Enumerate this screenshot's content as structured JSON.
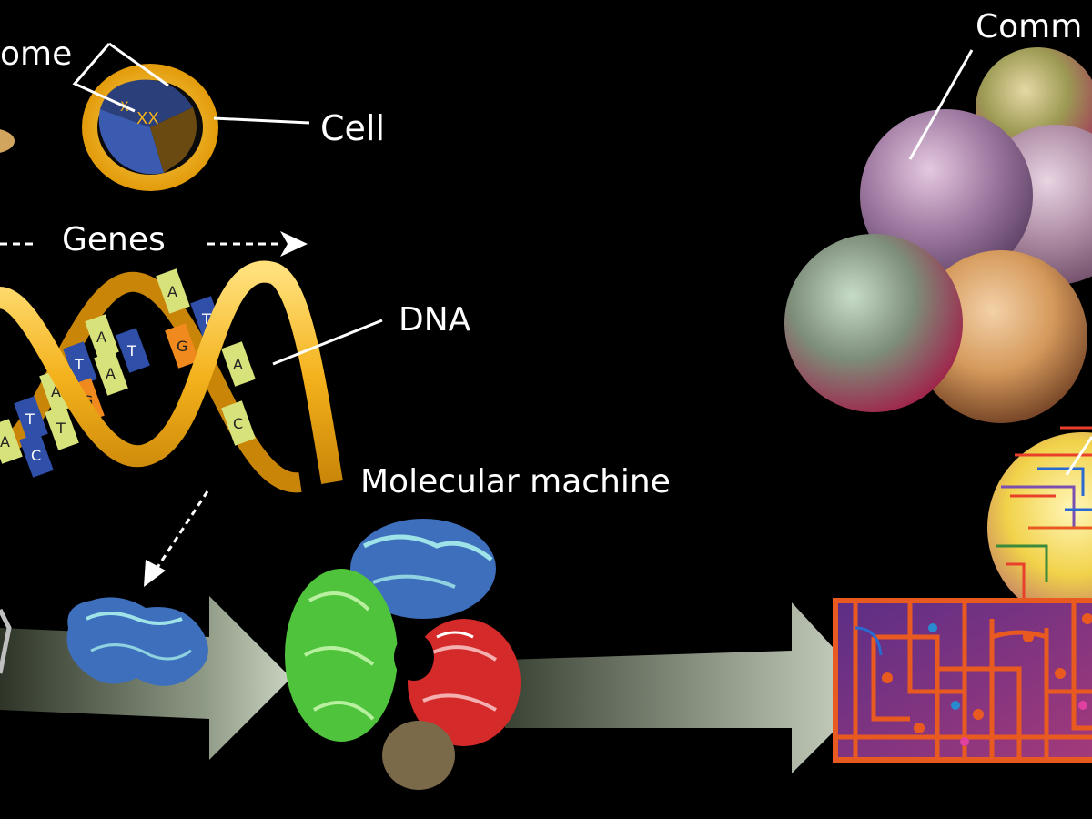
{
  "labels": {
    "chromosome": "ome",
    "cell": "Cell",
    "genes": "Genes",
    "dna": "DNA",
    "molecular_machine": "Molecular machine",
    "community": "Comm"
  },
  "dna_bases": [
    "A",
    "T",
    "A",
    "T",
    "A",
    "C",
    "T",
    "G",
    "A",
    "T",
    "A",
    "T",
    "A",
    "G",
    "C"
  ],
  "colors": {
    "background": "#000000",
    "ribbon": "#f5b820",
    "base_blue": "#2f4fa8",
    "base_yellow": "#d8e27a",
    "base_orange": "#f08a1e",
    "cell_blue": "#3a5bb0",
    "circuit_orange": "#e85a20"
  }
}
